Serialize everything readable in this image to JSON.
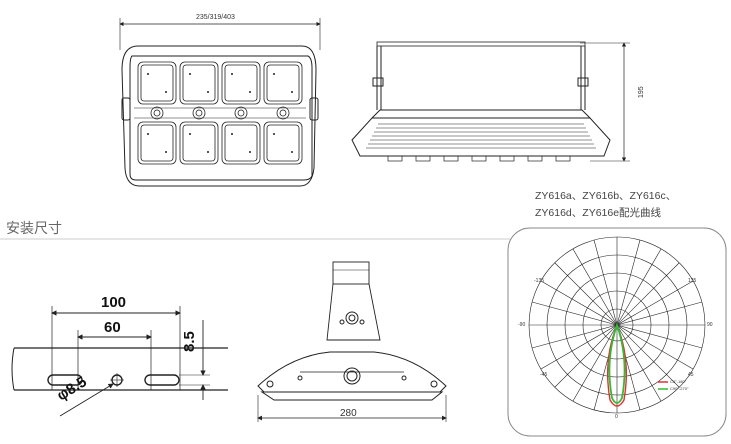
{
  "top_view": {
    "width_dim": "235/319/403"
  },
  "side_view": {
    "height_dim": "195"
  },
  "section": {
    "title": "安装尺寸"
  },
  "photometric": {
    "title_line1": "ZY616a、ZY616b、ZY616c、",
    "title_line2": "ZY616d、ZY616e配光曲线",
    "angle_labels": [
      "-135",
      "135",
      "-90",
      "90",
      "-45",
      "45",
      "0"
    ],
    "legend": [
      "C0°-180°",
      "C90°-270°"
    ]
  },
  "mount": {
    "dim_100": "100",
    "dim_60": "60",
    "dim_8_5": "8.5",
    "dim_phi": "φ8.5"
  },
  "bottom_view": {
    "width_dim": "280"
  },
  "colors": {
    "line": "#222222",
    "light_line": "#888888",
    "curve_red": "#dd3333",
    "curve_green": "#33bb33"
  }
}
